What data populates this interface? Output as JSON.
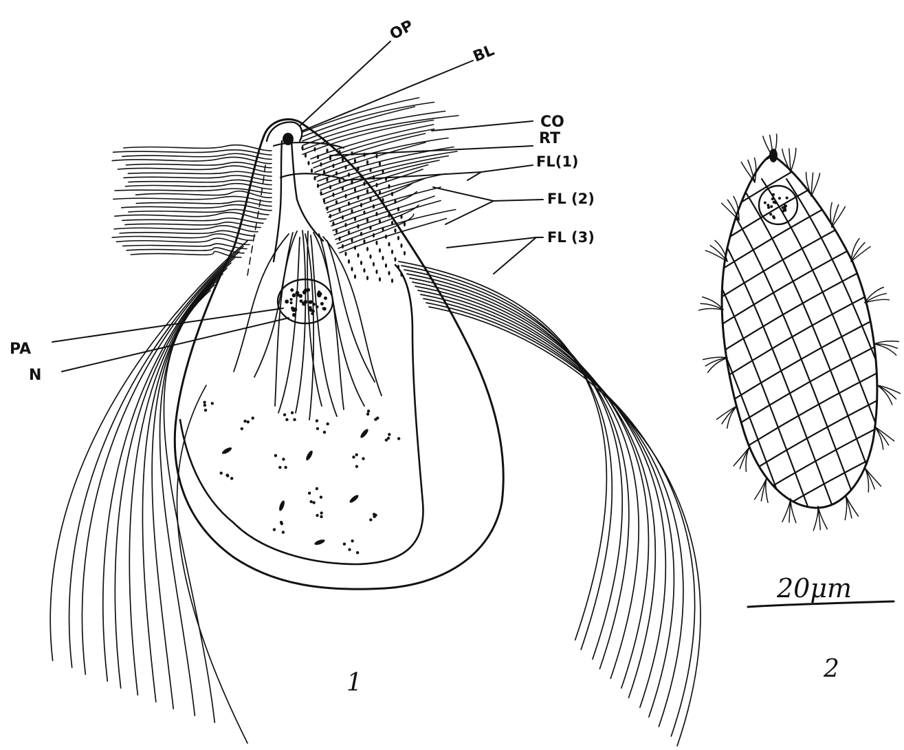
{
  "figure1": {
    "number": "1",
    "labels": {
      "op": "OP",
      "bl": "BL",
      "co": "CO",
      "rt": "RT",
      "fl1": "FL(1)",
      "fl2": "FL (2)",
      "fl3": "FL (3)",
      "pa": "PA",
      "n": "N"
    }
  },
  "figure2": {
    "number": "2"
  },
  "scale_bar": {
    "label": "20μm"
  },
  "colors": {
    "ink": "#111111",
    "background": "#ffffff"
  }
}
